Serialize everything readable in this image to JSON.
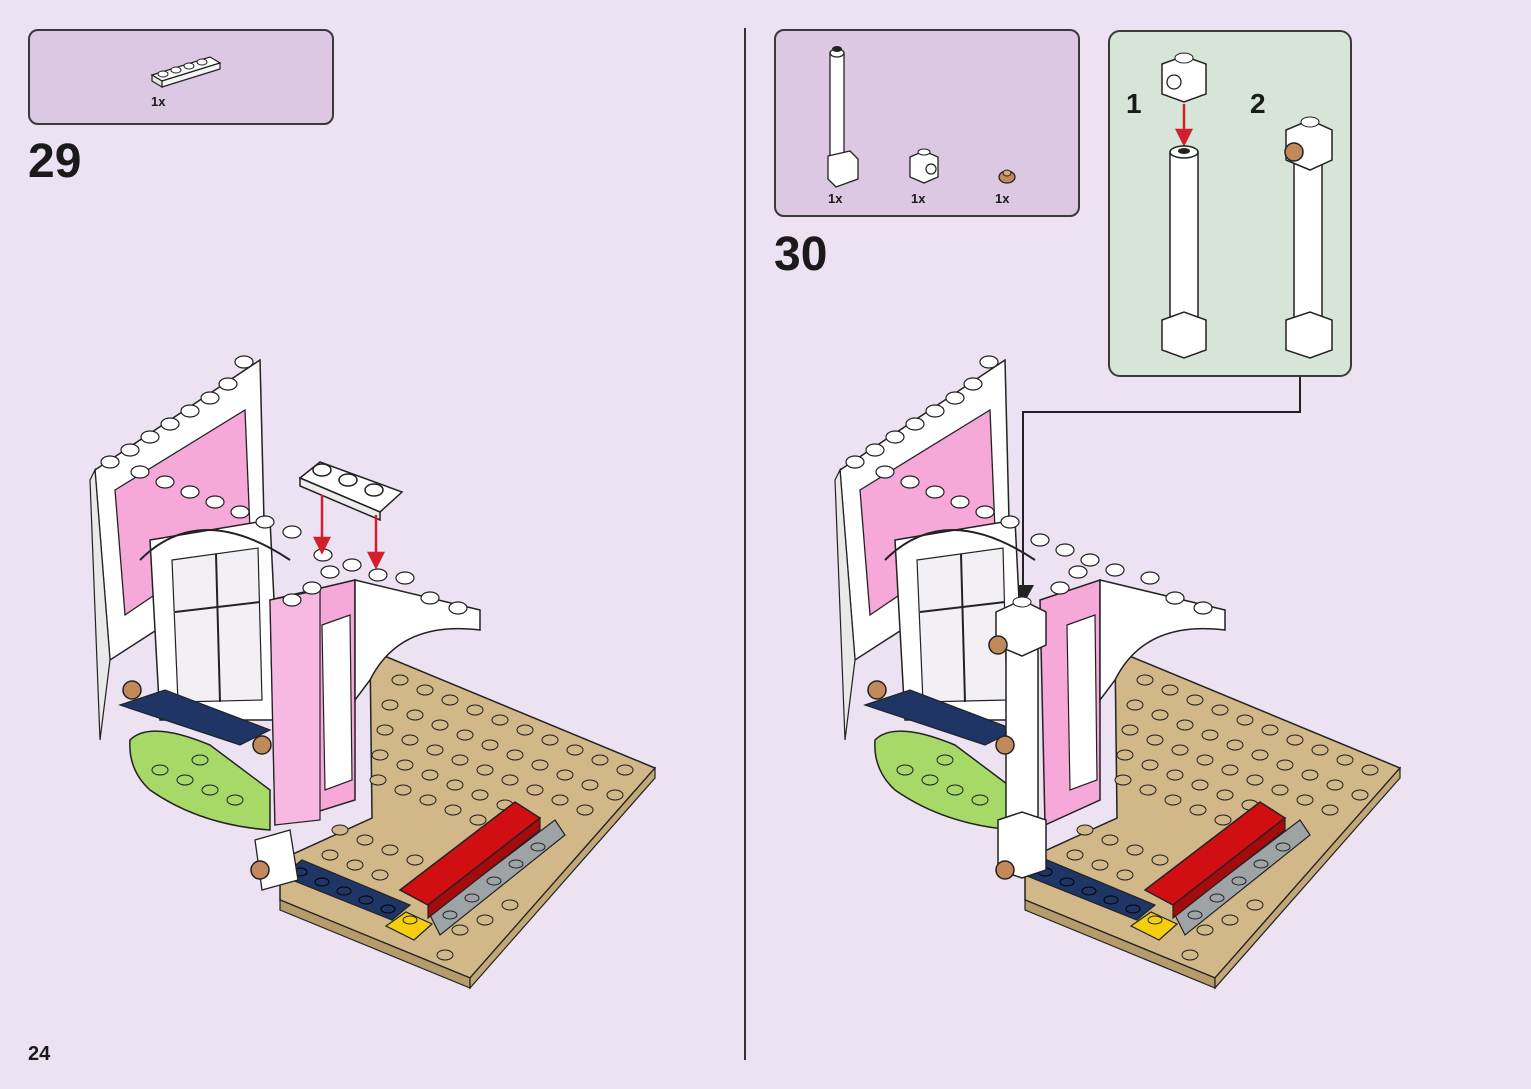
{
  "page_number": "24",
  "steps": [
    {
      "number": "29",
      "parts": [
        {
          "name": "white-plate-1x4-icon",
          "qty": "1x"
        }
      ]
    },
    {
      "number": "30",
      "parts": [
        {
          "name": "white-column-icon",
          "qty": "1x"
        },
        {
          "name": "white-brick-1x1-side-stud-icon",
          "qty": "1x"
        },
        {
          "name": "tan-round-plate-icon",
          "qty": "1x"
        }
      ],
      "substeps": [
        "1",
        "2"
      ]
    }
  ],
  "colors": {
    "background": "#ede2f1",
    "parts_box": "#dcc8e3",
    "substep_box": "#d6e5d7",
    "arrow_red": "#d21f2b",
    "pink": "#f6a8d8",
    "tan": "#d2b888",
    "navy": "#1f3566",
    "red": "#d10e12",
    "yellow": "#f4cf10",
    "grey": "#9ea3a6",
    "lime": "#a6d968"
  }
}
